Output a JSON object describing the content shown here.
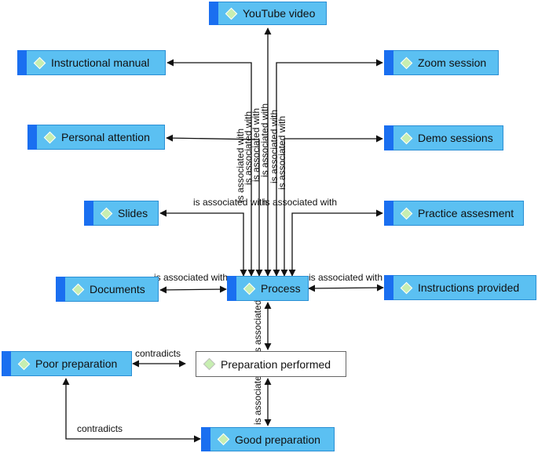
{
  "nodes": {
    "youtube": "YouTube video",
    "manual": "Instructional manual",
    "zoom": "Zoom session",
    "personal": "Personal attention",
    "demo": "Demo sessions",
    "slides": "Slides",
    "practice": "Practice assesment",
    "documents": "Documents",
    "process": "Process",
    "instructions": "Instructions provided",
    "poor": "Poor preparation",
    "prep_performed": "Preparation performed",
    "good": "Good preparation"
  },
  "relations": {
    "associated": "is associated with",
    "contradicts": "contradicts"
  },
  "colors": {
    "node_fill": "#5bc0f2",
    "node_border": "#2a8fd4",
    "node_bar": "#1a6ff0",
    "icon_fill": "#c7eeb1",
    "edge": "#111111"
  },
  "icons": {
    "node": "diamond-icon"
  }
}
